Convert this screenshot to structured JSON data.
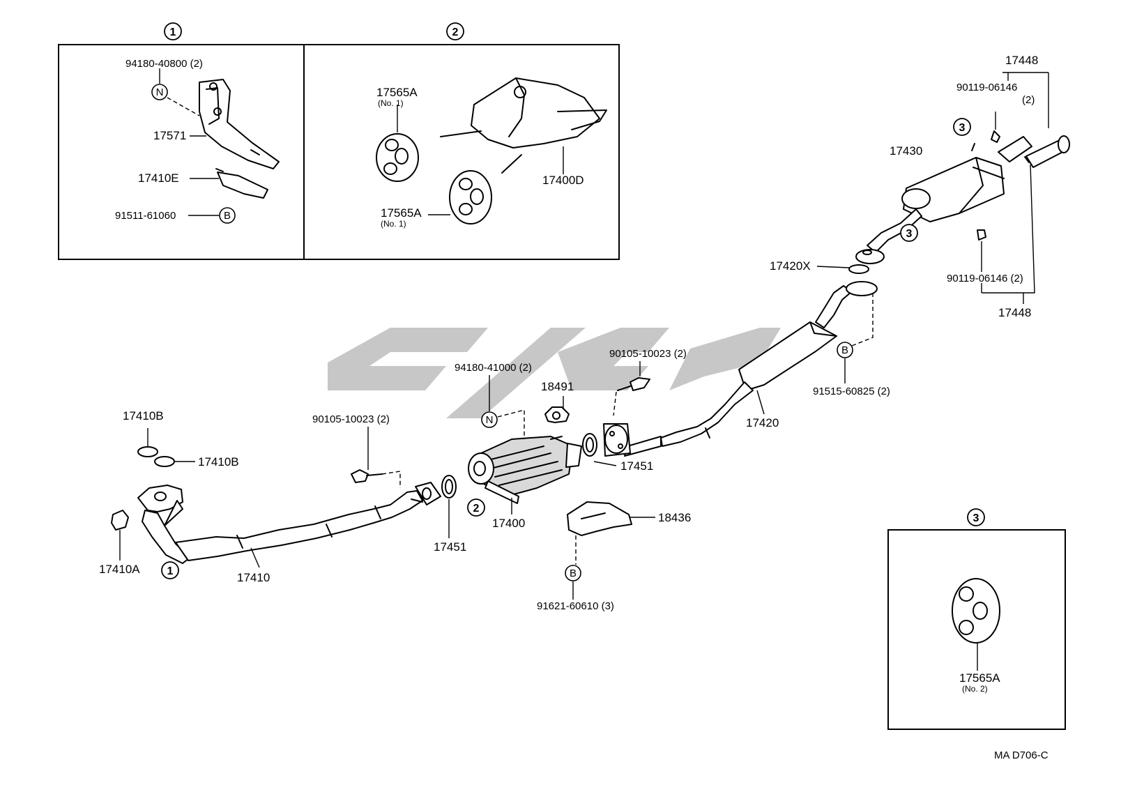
{
  "inset_markers": {
    "one": "1",
    "two": "2",
    "three": "3"
  },
  "symbols": {
    "n": "N",
    "b": "B"
  },
  "parts": {
    "p1": "94180-40800 (2)",
    "p2": "17571",
    "p3": "17410E",
    "p4": "91511-61060",
    "p5": "17565A",
    "p6": "(No. 1)",
    "p7": "17400D",
    "p8": "17565A",
    "p9": "(No. 1)",
    "p10": "17448",
    "p11": "90119-06146",
    "p12": "(2)",
    "p13": "17430",
    "p14": "17420X",
    "p15": "90119-06146 (2)",
    "p16": "17448",
    "p17": "91515-60825 (2)",
    "p18": "17420",
    "p19": "90105-10023 (2)",
    "p20": "94180-41000 (2)",
    "p21": "18491",
    "p22": "17410B",
    "p23": "17410B",
    "p24": "90105-10023 (2)",
    "p25": "17451",
    "p26": "17451",
    "p27": "17400",
    "p28": "18436",
    "p29": "17410A",
    "p30": "17410",
    "p31": "91621-60610 (3)",
    "p32": "17565A",
    "p33": "(No. 2)"
  },
  "footer": {
    "code": "MA D706-C"
  },
  "icons": [
    "circled-number-marker",
    "circled-n-symbol",
    "circled-b-symbol",
    "watermark-logo"
  ]
}
